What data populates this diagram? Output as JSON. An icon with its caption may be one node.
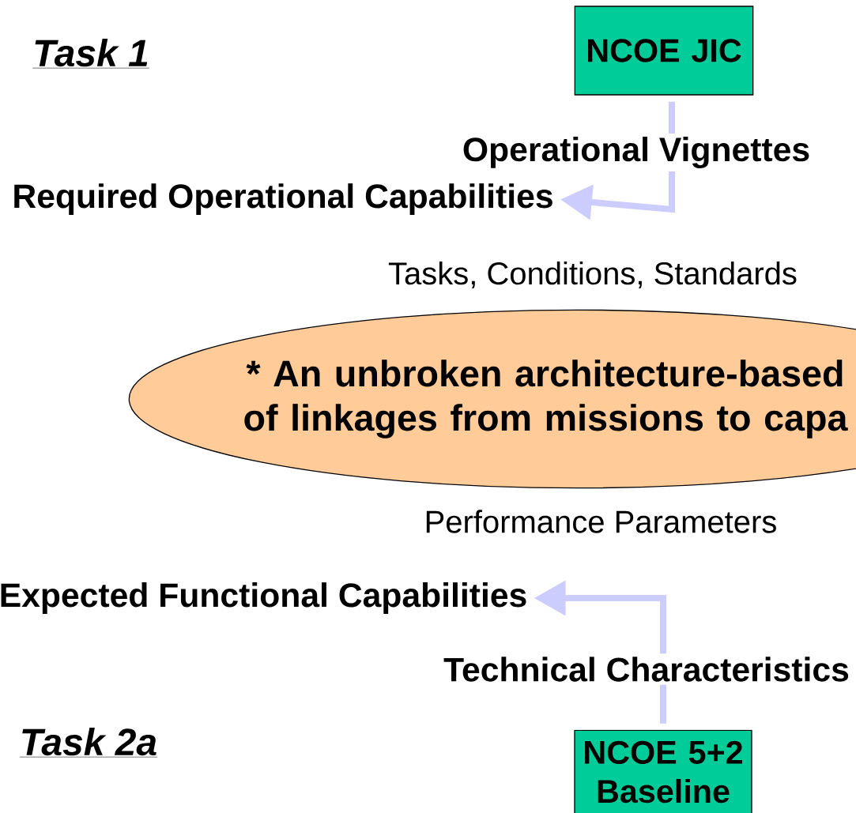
{
  "diagram": {
    "nodes": [
      {
        "text": [
          "NCOE JIC"
        ]
      },
      {
        "text": [
          "Required Operational Capabilities"
        ]
      },
      {
        "text": [
          "* An unbroken architecture-based of linkages from missions to capa"
        ]
      },
      {
        "text": [
          "Expected Functional Capabilities"
        ]
      },
      {
        "text": [
          "NCOE 5+2 Baseline"
        ]
      }
    ],
    "edges": [
      {
        "from": 0,
        "to": 1,
        "arrow": "to",
        "label": "Operational Vignettes",
        "color": "#ccccff"
      },
      {
        "from": 4,
        "to": 3,
        "arrow": "to",
        "label": "Technical Characteristics",
        "color": "#ccccff"
      }
    ],
    "labels": [
      "Task 1",
      "Tasks, Conditions, Standards",
      "Performance Parameters",
      "Task 2a"
    ]
  }
}
